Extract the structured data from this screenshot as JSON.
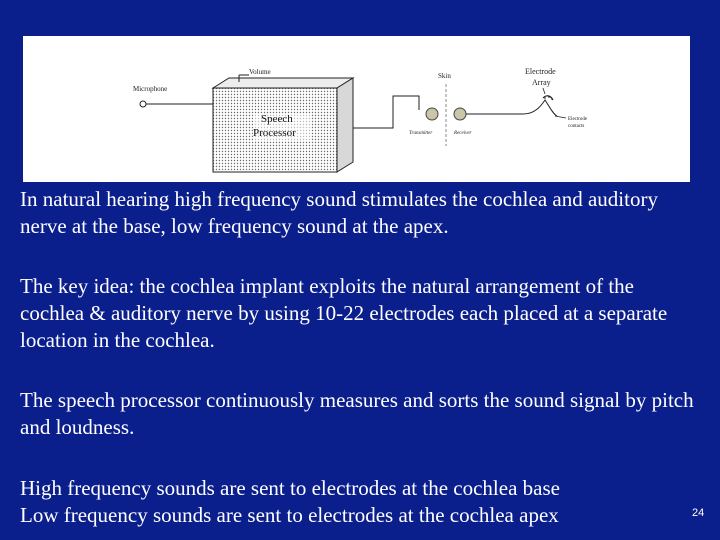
{
  "diagram": {
    "labels": {
      "microphone": "Microphone",
      "volume": "Volume",
      "speech_processor_line1": "Speech",
      "speech_processor_line2": "Processor",
      "skin": "Skin",
      "electrode_array_line1": "Electrode",
      "electrode_array_line2": "Array",
      "transmitter": "Transmitter",
      "receiver": "Receiver",
      "electrode_contacts_line1": "Electrode",
      "electrode_contacts_line2": "contacts"
    }
  },
  "paragraphs": {
    "p1": "In natural hearing high frequency sound stimulates the cochlea and auditory nerve at the base, low frequency sound at the apex.",
    "p2": "The key idea: the cochlea implant exploits the natural arrangement of the cochlea & auditory nerve by using 10-22 electrodes each placed at a separate location  in the cochlea.",
    "p3": "The speech processor continuously measures and sorts the sound signal by pitch  and loudness.",
    "p4_line1": "High frequency sounds are sent to electrodes at the cochlea base",
    "p4_line2": "Low frequency sounds are sent to electrodes at the cochlea apex"
  },
  "slide_number": "24",
  "colors": {
    "background": "#0b1f8c",
    "text": "#ffffff"
  }
}
